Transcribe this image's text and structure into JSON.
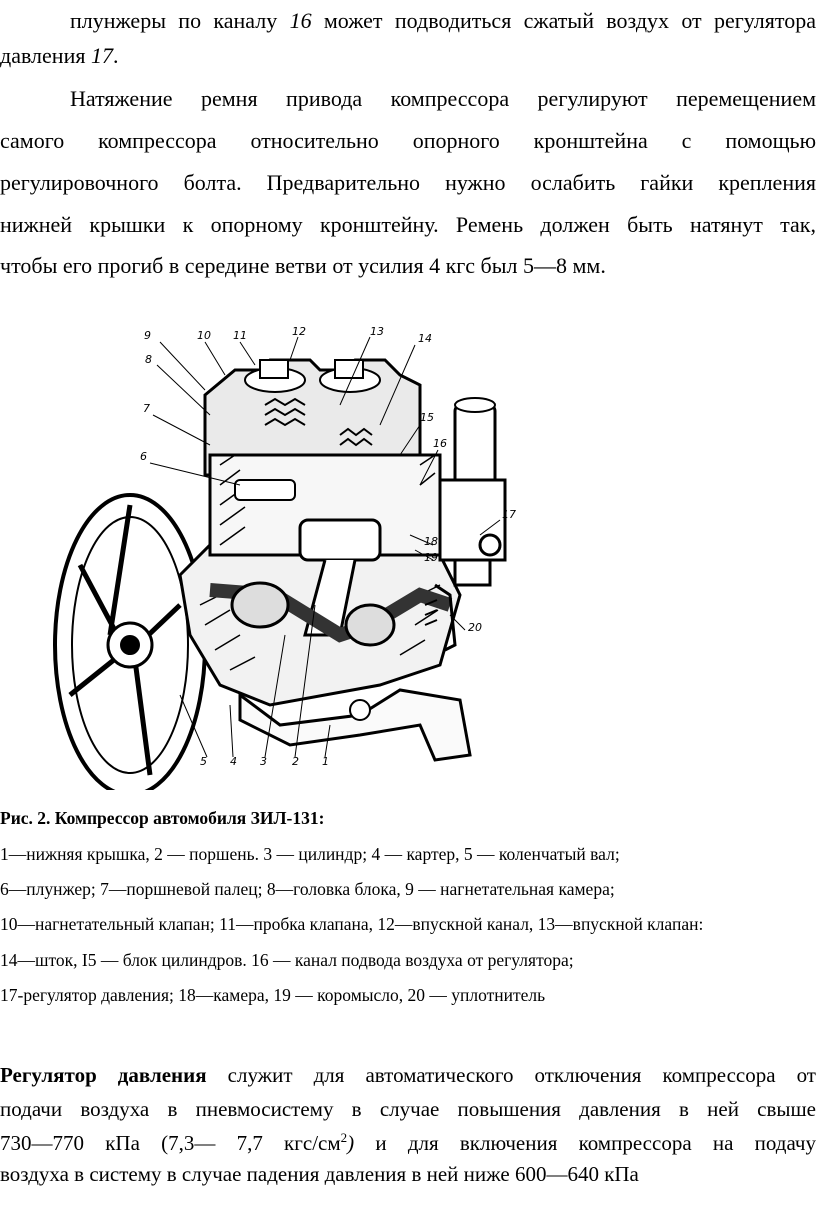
{
  "para_top": {
    "line1_pre": "плунжеры по каналу ",
    "line1_num": "16",
    "line1_post": " может подводиться сжатый воздух от регулятора",
    "line2_pre": "давления ",
    "line2_num": "17",
    "line2_post": "."
  },
  "para_belt": {
    "line1": "Натяжение ремня привода компрессора регулируют перемещением",
    "line2": "самого компрессора относительно опорного кронштейна с помощью",
    "line3": "регулировочного болта. Предварительно нужно ослабить гайки крепления",
    "line4": "нижней крышки к опорному кронштейну. Ремень должен быть натянут так,",
    "line5": "чтобы его прогиб в середине ветви от усилия 4 кгс был 5—8 мм."
  },
  "figure": {
    "labels": [
      "9",
      "10",
      "11",
      "12",
      "13",
      "14",
      "15",
      "16",
      "8",
      "7",
      "6",
      "17",
      "18",
      "19",
      "20",
      "5",
      "4",
      "3",
      "2",
      "1"
    ]
  },
  "caption": {
    "title": "Рис. 2. Компрессор автомобиля ЗИЛ-131:",
    "lines": [
      "1—нижняя крышка, 2 — поршень. 3 — цилиндр; 4 — картер, 5 — коленчатый вал;",
      "6—плунжер; 7—поршневой палец; 8—головка блока, 9 — нагнетательная камера;",
      "10—нагнетательный клапан; 11—пробка клапана, 12—впускной канал, 13—впускной клапан:",
      "14—шток, I5 — блок цилиндров. 16 — канал подвода воздуха от регулятора;",
      "17-регулятор давления; 18—камера, 19 — коромысло, 20 — уплотнитель"
    ]
  },
  "para_regulator": {
    "bold": "Регулятор давления",
    "line1_rest": " служит для автоматического отключения компрессора от",
    "line2": "подачи воздуха в пневмосистему в случае повышения давления в ней свыше",
    "line3_pre": "730—770 кПа (7,3— 7,7 кгс/см",
    "line3_sup": "2",
    "line3_post_italic": ")",
    "line3_rest": " и для включения компрессора на подачу",
    "line4": "воздуха в систему в случае падения давления в ней ниже 600—640 кПа"
  }
}
